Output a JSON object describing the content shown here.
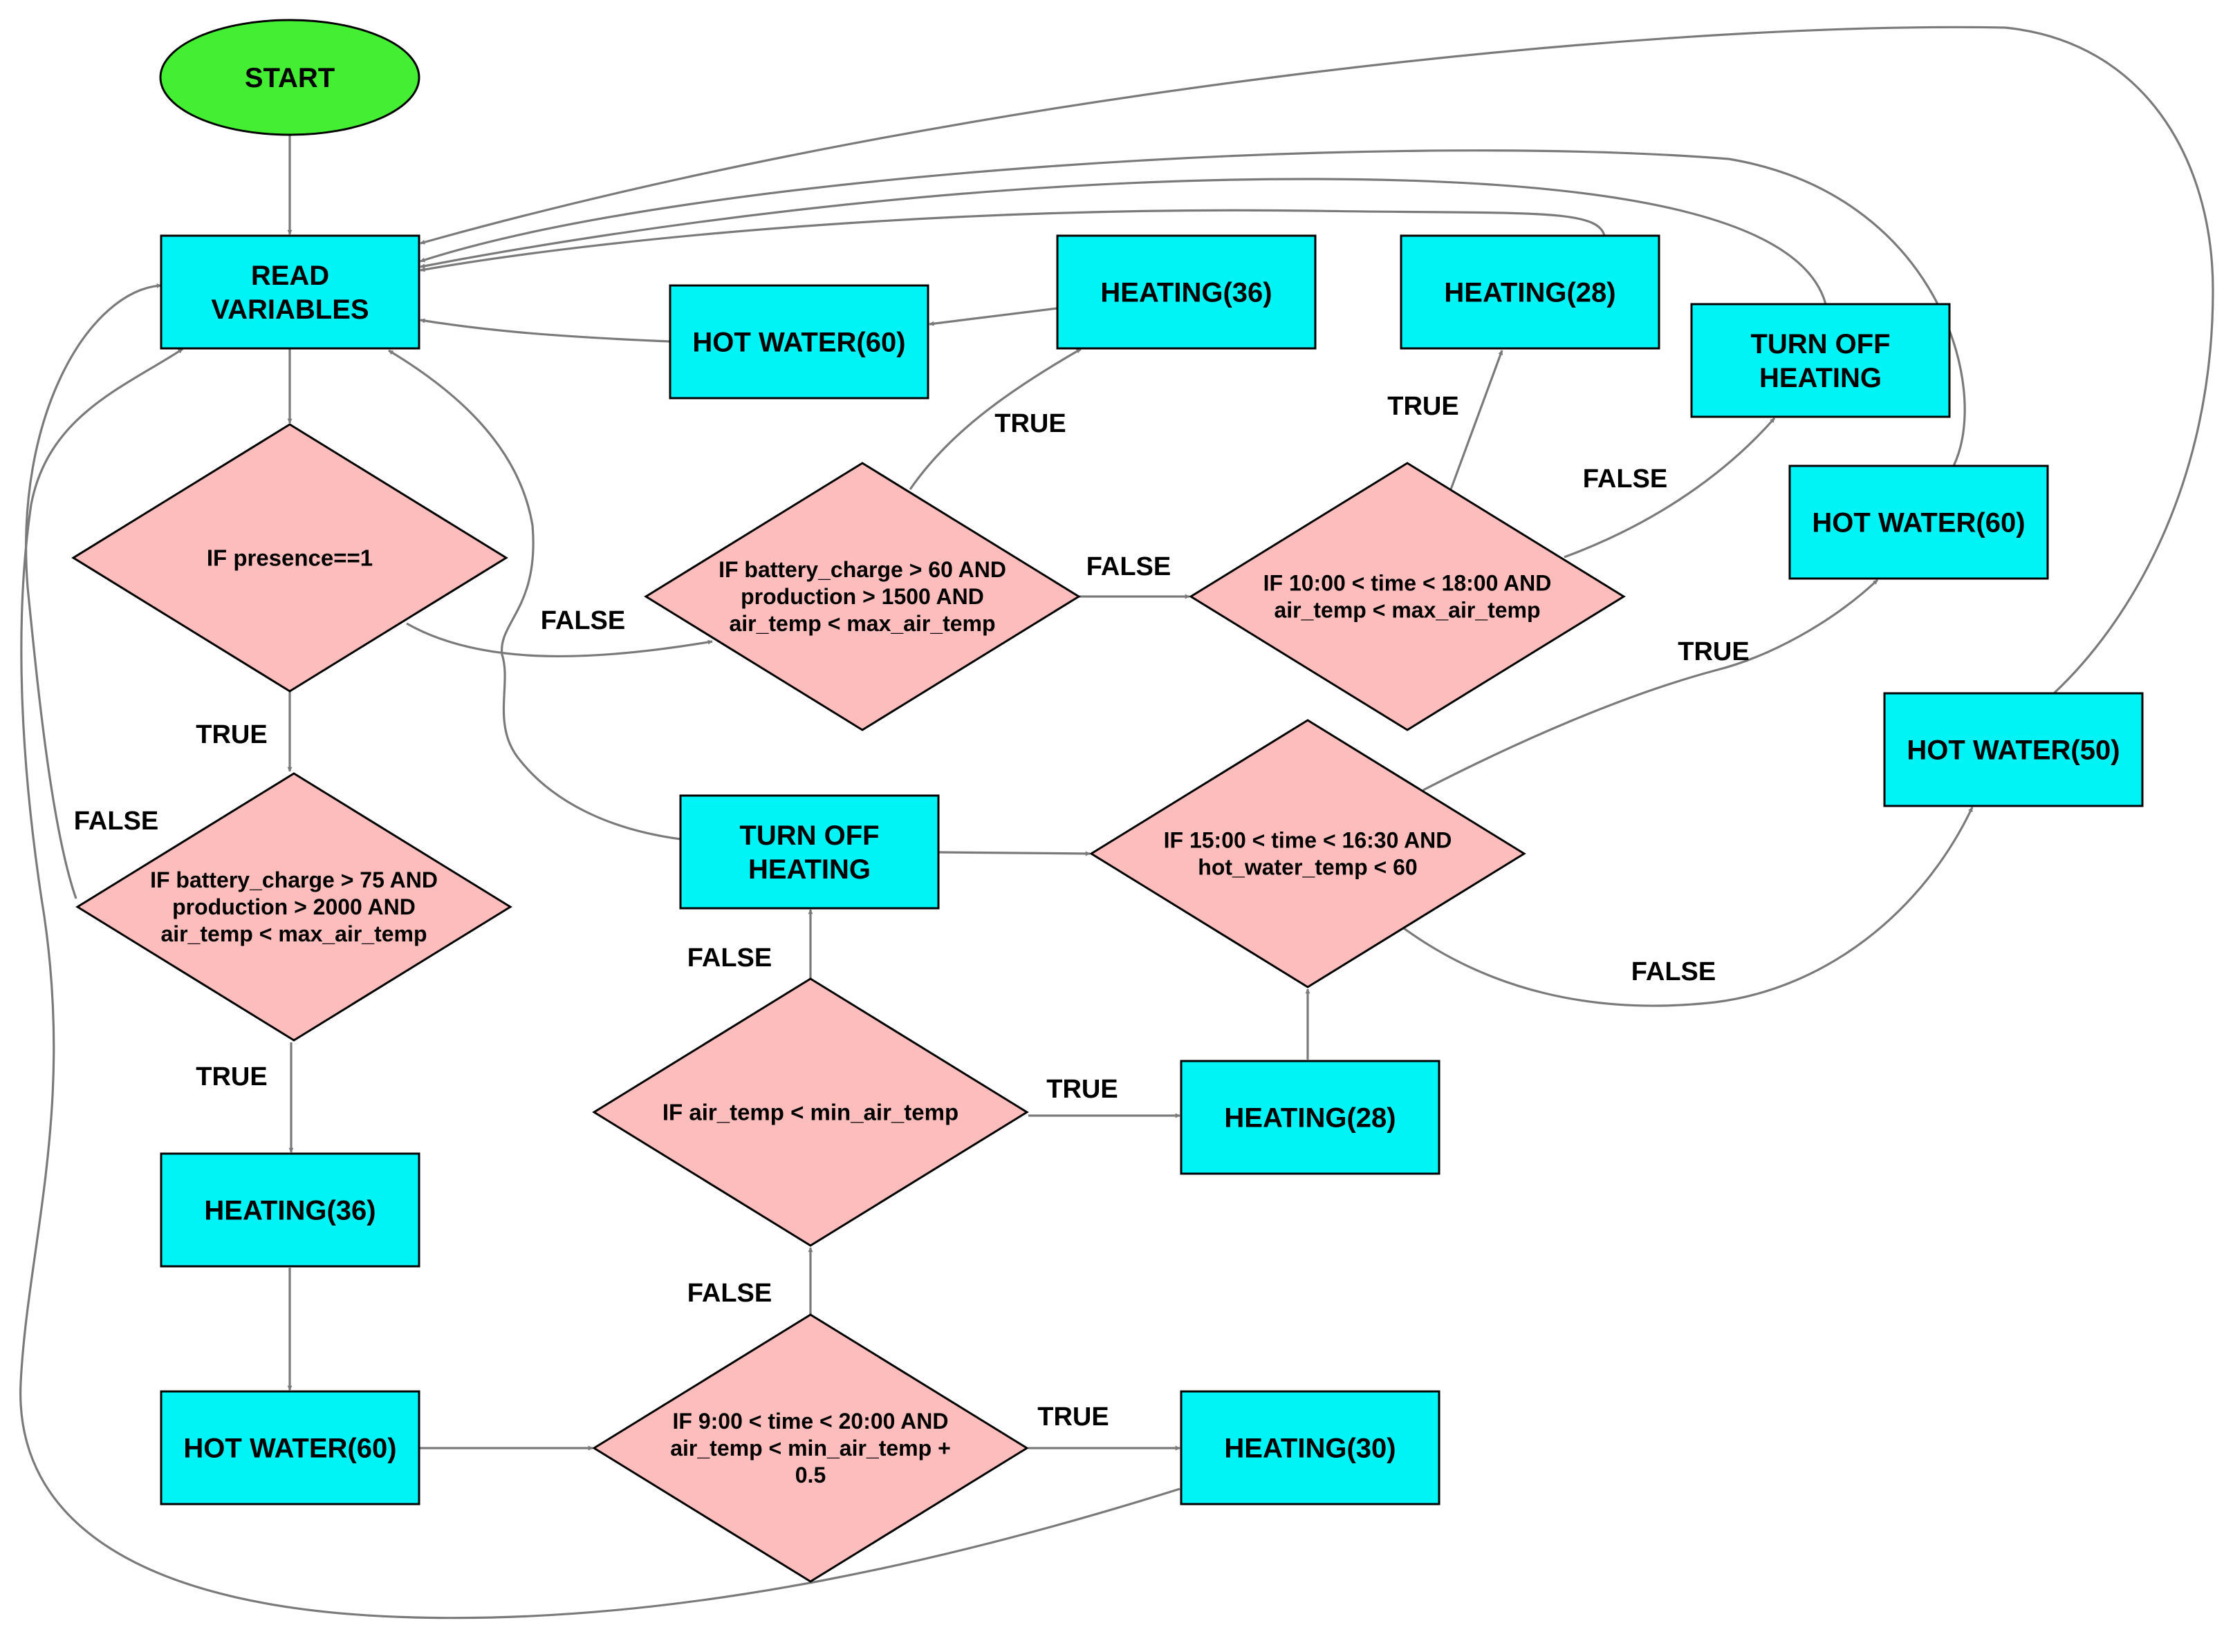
{
  "colors": {
    "start": "#44ee33",
    "process": "#00f3f5",
    "decision": "#fdbdbd",
    "edge": "#7a7a7a"
  },
  "nodes": {
    "start": "START",
    "read_vars": [
      "READ",
      "VARIABLES"
    ],
    "d_presence": [
      "IF presence==1"
    ],
    "d_batt75": [
      "IF battery_charge > 75 AND",
      "production > 2000 AND",
      "air_temp < max_air_temp"
    ],
    "heating36_left": "HEATING(36)",
    "hotwater60_left": "HOT WATER(60)",
    "d_time920": [
      "IF 9:00 < time < 20:00 AND",
      "air_temp < min_air_temp +",
      "0.5"
    ],
    "heating30": "HEATING(30)",
    "d_minair": [
      "IF air_temp < min_air_temp"
    ],
    "heating28_mid": "HEATING(28)",
    "turnoff_mid": [
      "TURN OFF",
      "HEATING"
    ],
    "d_batt60": [
      "IF battery_charge > 60 AND",
      "production > 1500 AND",
      "air_temp < max_air_temp"
    ],
    "heating36_top": "HEATING(36)",
    "hotwater60_top": "HOT WATER(60)",
    "d_time1018": [
      "IF 10:00 < time < 18:00 AND",
      "air_temp < max_air_temp"
    ],
    "heating28_top": "HEATING(28)",
    "turnoff_top": [
      "TURN OFF",
      "HEATING"
    ],
    "d_time1516": [
      "IF 15:00 < time < 16:30 AND",
      "hot_water_temp < 60"
    ],
    "hotwater60_right": "HOT WATER(60)",
    "hotwater50": "HOT WATER(50)"
  },
  "labels": {
    "presence_true": "TRUE",
    "presence_false": "FALSE",
    "batt75_true": "TRUE",
    "batt75_false": "FALSE",
    "batt60_true": "TRUE",
    "batt60_false": "FALSE",
    "time1018_true": "TRUE",
    "time1018_false": "FALSE",
    "time920_true": "TRUE",
    "time920_false": "FALSE",
    "minair_true": "TRUE",
    "minair_false": "FALSE",
    "time1516_true": "TRUE",
    "time1516_false": "FALSE"
  }
}
